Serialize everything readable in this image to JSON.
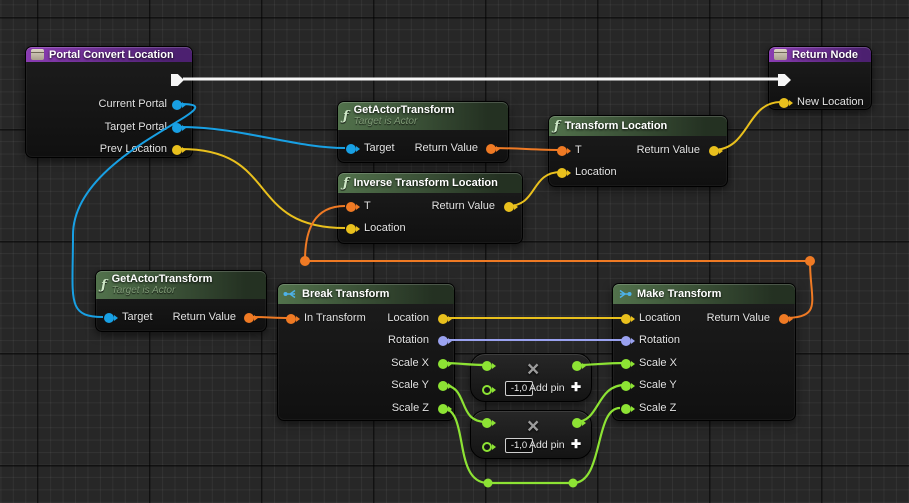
{
  "colors": {
    "exec": "#f5f5f5",
    "object": "#18a0e4",
    "vector": "#e9c01d",
    "transform": "#ef7a24",
    "rotator": "#9aa2f0",
    "float": "#8de334",
    "header_function_green": "#52724c",
    "header_event_purple": "#8a3cb2"
  },
  "icons": {
    "function_glyph": "ƒ"
  },
  "nodes": {
    "portal_convert_location": {
      "title": "Portal Convert Location",
      "pins": {
        "current_portal": "Current Portal",
        "target_portal": "Target Portal",
        "prev_location": "Prev Location"
      }
    },
    "return_node": {
      "title": "Return Node",
      "pins": {
        "new_location": "New Location"
      }
    },
    "get_actor_transform_1": {
      "title": "GetActorTransform",
      "subtitle": "Target is Actor",
      "pins": {
        "target": "Target",
        "return_value": "Return Value"
      }
    },
    "transform_location": {
      "title": "Transform Location",
      "pins": {
        "t": "T",
        "location": "Location",
        "return_value": "Return Value"
      }
    },
    "inverse_transform_location": {
      "title": "Inverse Transform Location",
      "pins": {
        "t": "T",
        "location": "Location",
        "return_value": "Return Value"
      }
    },
    "get_actor_transform_2": {
      "title": "GetActorTransform",
      "subtitle": "Target is Actor",
      "pins": {
        "target": "Target",
        "return_value": "Return Value"
      }
    },
    "break_transform": {
      "title": "Break Transform",
      "pins": {
        "in_transform": "In Transform",
        "location": "Location",
        "rotation": "Rotation",
        "scale_x": "Scale X",
        "scale_y": "Scale Y",
        "scale_z": "Scale Z"
      }
    },
    "make_transform": {
      "title": "Make Transform",
      "pins": {
        "location": "Location",
        "rotation": "Rotation",
        "scale_x": "Scale X",
        "scale_y": "Scale Y",
        "scale_z": "Scale Z",
        "return_value": "Return Value"
      }
    },
    "multiply": {
      "operator": "×",
      "value": "-1,0",
      "add_pin_label": "Add pin",
      "add_pin_icon": "✚"
    }
  }
}
